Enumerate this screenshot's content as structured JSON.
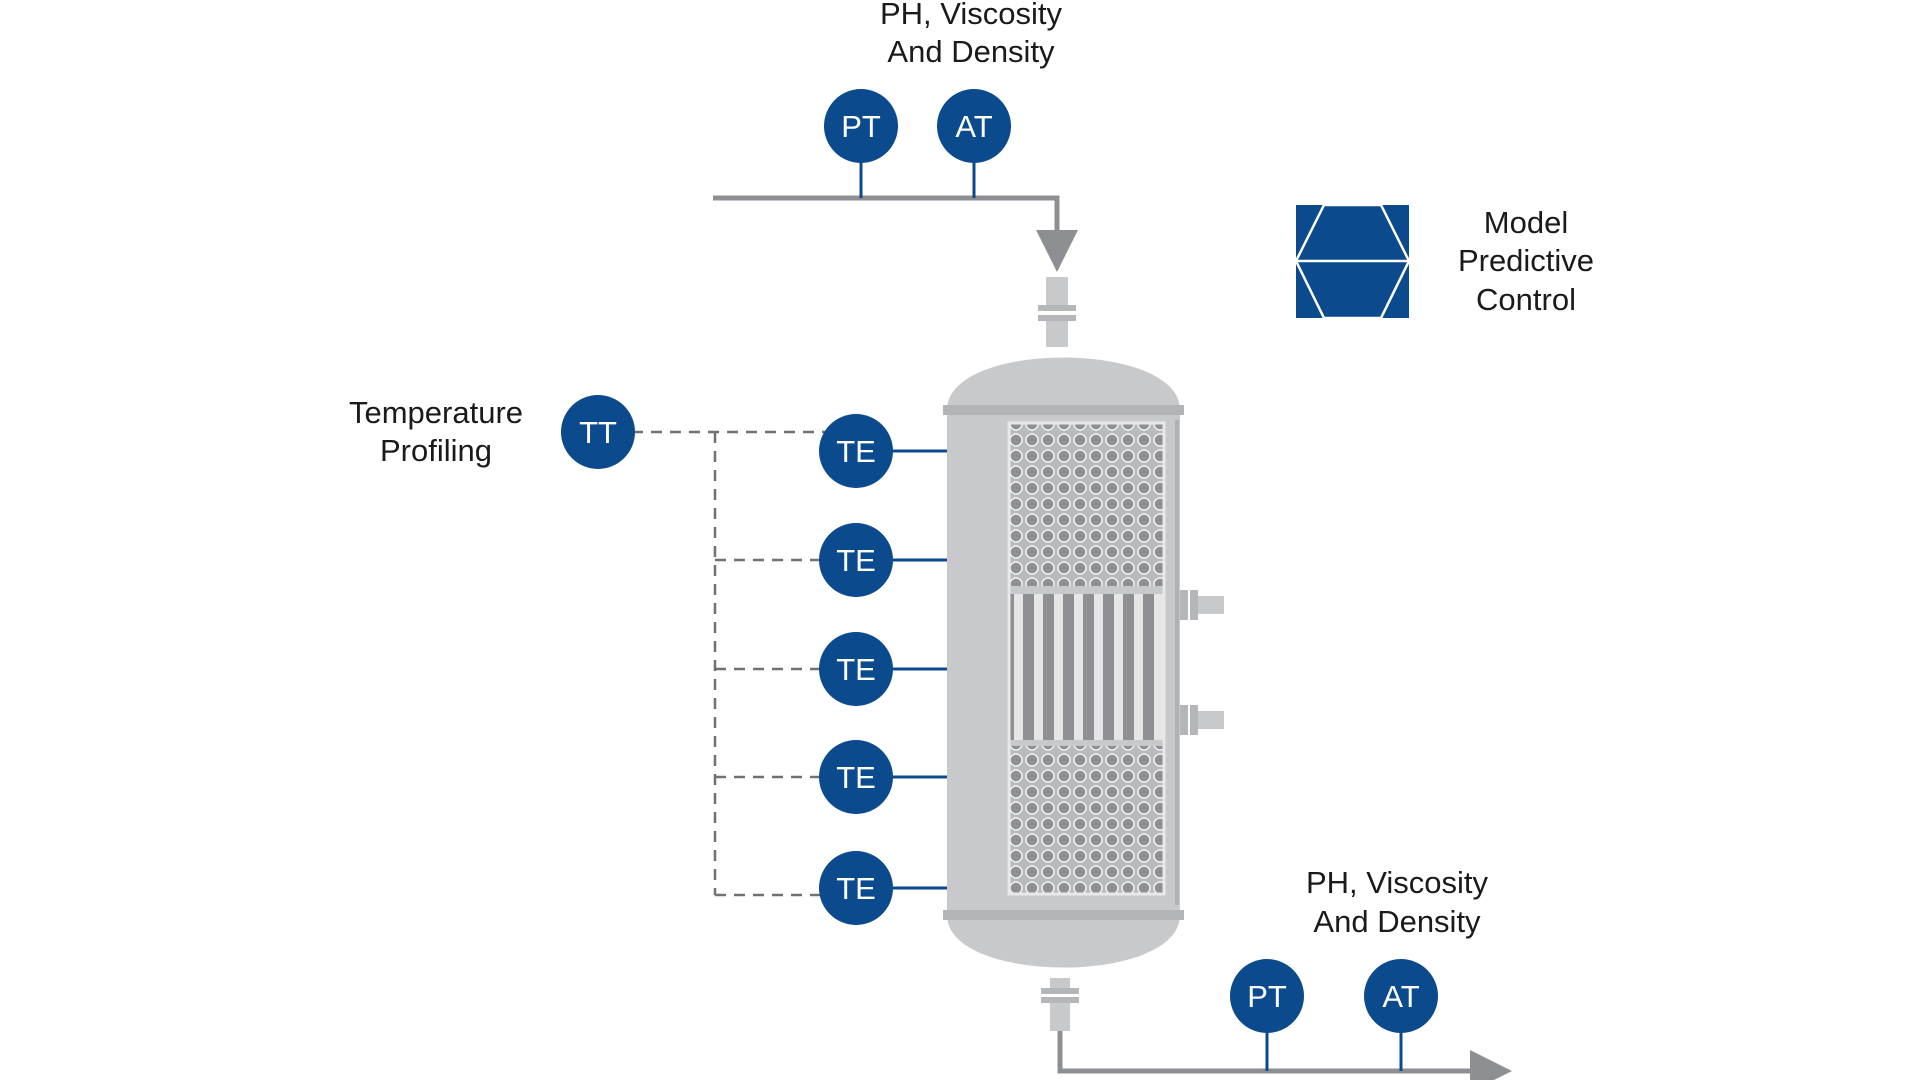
{
  "inlet": {
    "label_line1": "PH, Viscosity",
    "label_line2": "And Density",
    "pt_tag": "PT",
    "at_tag": "AT"
  },
  "outlet": {
    "label_line1": "PH, Viscosity",
    "label_line2": "And Density",
    "pt_tag": "PT",
    "at_tag": "AT"
  },
  "temperature": {
    "label_line1": "Temperature",
    "label_line2": "Profiling",
    "tt_tag": "TT",
    "te_tags": [
      "TE",
      "TE",
      "TE",
      "TE",
      "TE"
    ]
  },
  "mpc": {
    "label_line1": "Model",
    "label_line2": "Predictive",
    "label_line3": "Control"
  },
  "colors": {
    "instrument_blue": "#0b4a8d",
    "vessel_grey": "#c8c9cb",
    "pipe_grey": "#8d8f92"
  },
  "icons": [
    "model-predictive-control-icon",
    "flow-arrow-icon"
  ]
}
